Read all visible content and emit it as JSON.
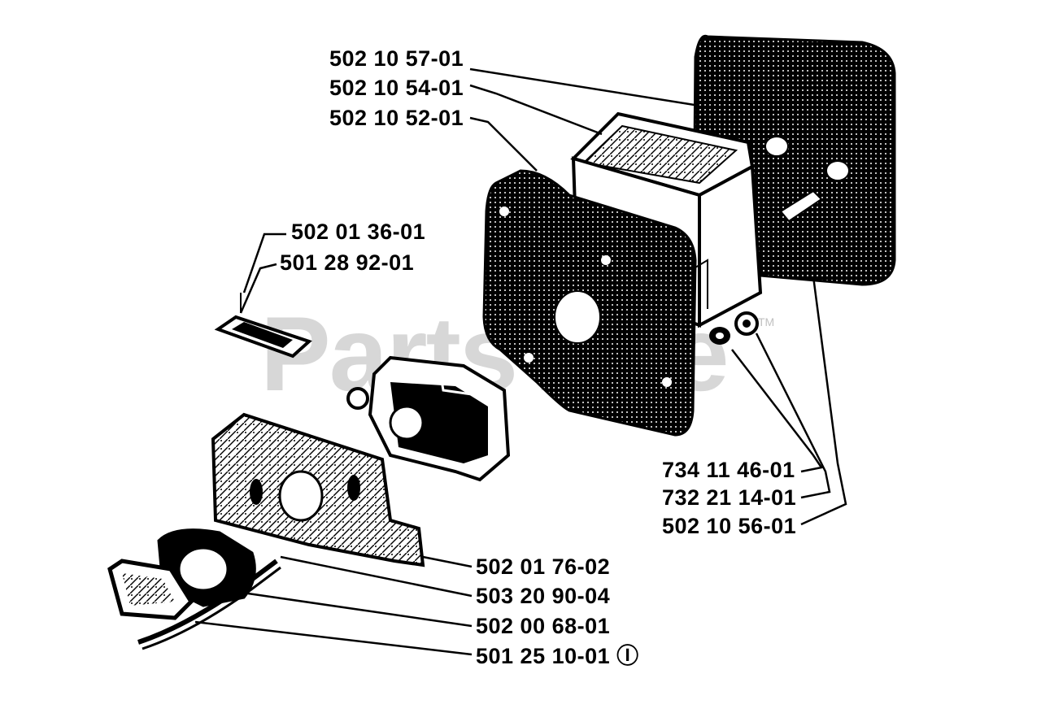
{
  "watermark": {
    "text": "PartsTree",
    "trademark": "TM"
  },
  "parts": [
    {
      "id": "p1",
      "number": "502 10 57-01"
    },
    {
      "id": "p2",
      "number": "502 10 54-01"
    },
    {
      "id": "p3",
      "number": "502 10 52-01"
    },
    {
      "id": "p4",
      "number": "502 01 36-01"
    },
    {
      "id": "p5",
      "number": "501 28 92-01"
    },
    {
      "id": "p6",
      "number": "734 11 46-01"
    },
    {
      "id": "p7",
      "number": "732 21 14-01"
    },
    {
      "id": "p8",
      "number": "502 10 56-01"
    },
    {
      "id": "p9",
      "number": "502 01 76-02"
    },
    {
      "id": "p10",
      "number": "503 20 90-04"
    },
    {
      "id": "p11",
      "number": "502 00 68-01"
    },
    {
      "id": "p12",
      "number": "501 25 10-01 Ⓘ"
    }
  ],
  "colors": {
    "ink": "#000000",
    "paper": "#ffffff",
    "watermark": "#969696"
  }
}
